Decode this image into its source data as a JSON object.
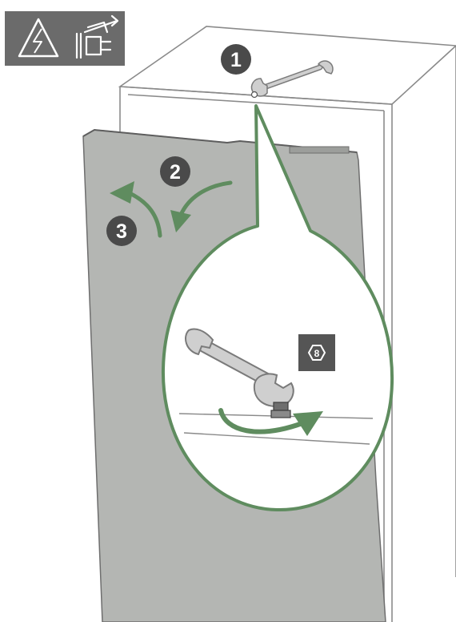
{
  "figure": {
    "steps": [
      {
        "label": "1"
      },
      {
        "label": "2"
      },
      {
        "label": "3"
      }
    ],
    "tool_size_label": "8",
    "warning_icons": [
      "electric-shock-warning-icon",
      "disconnect-power-icon"
    ],
    "colors": {
      "panel_fill": "#b4b6b3",
      "cabinet_line": "#8a8a8a",
      "step_badge": "#4a4a4a",
      "arrow_green": "#5f8c5f",
      "warning_bg": "#6b6b6b",
      "tool_badge_bg": "#555555"
    }
  }
}
